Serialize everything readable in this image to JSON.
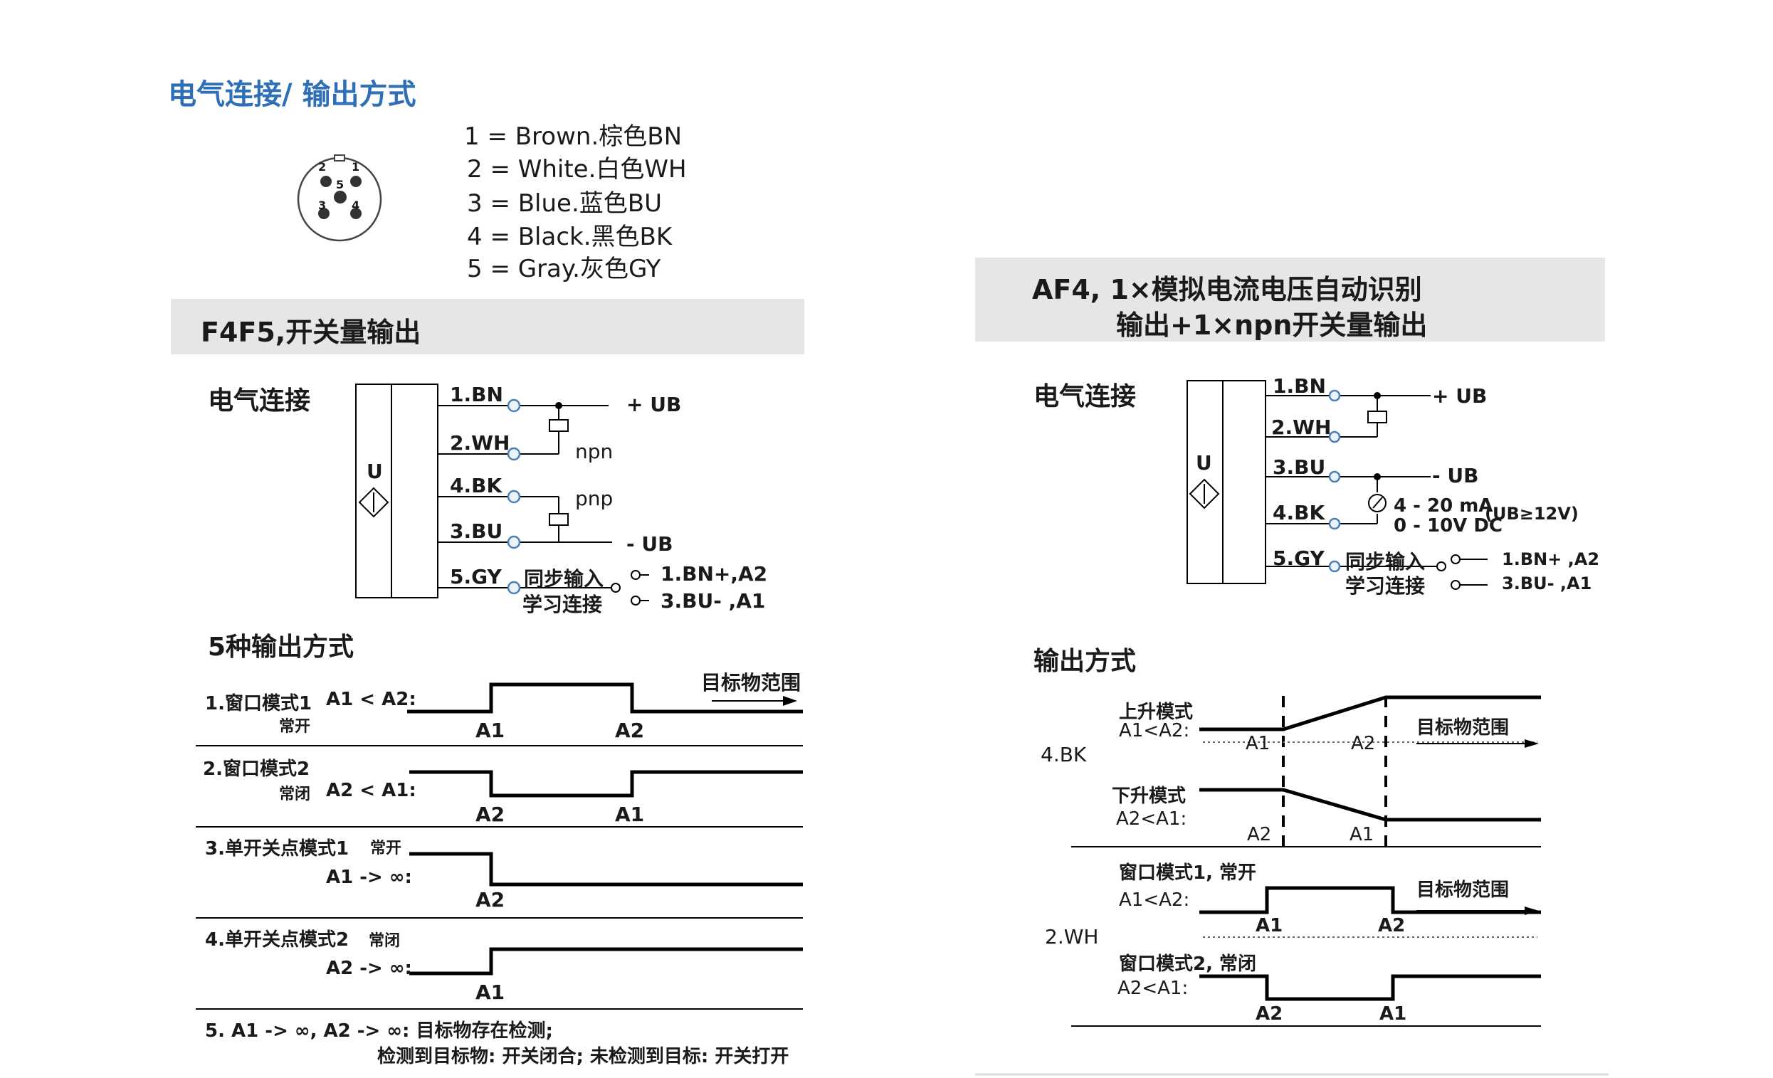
{
  "section_title": "电气连接/ 输出方式",
  "connector": {
    "pin_numbers": [
      "1",
      "2",
      "3",
      "4",
      "5"
    ],
    "pins": [
      "1 = Brown.棕色BN",
      "2 = White.白色WH",
      "3 = Blue.蓝色BU",
      "4 = Black.黑色BK",
      "5 = Gray.灰色GY"
    ]
  },
  "left": {
    "band_title": "F4F5,开关量输出",
    "conn_heading": "电气连接",
    "sensor_label": "U",
    "wires": [
      "1.BN",
      "2.WH",
      "4.BK",
      "3.BU",
      "5.GY"
    ],
    "plus_ub": "+ UB",
    "minus_ub": "- UB",
    "npn": "npn",
    "pnp": "pnp",
    "sync_in": "同步输入",
    "learn_conn": "学习连接",
    "opt1": "1.BN+,A2",
    "opt2": "3.BU- ,A1",
    "modes_heading": "5种输出方式",
    "target_range": "目标物范围",
    "modes": [
      {
        "title": "1.窗口模式1",
        "cond": "A1 < A2:",
        "note": "常开",
        "marks": [
          "A1",
          "A2"
        ]
      },
      {
        "title": "2.窗口模式2",
        "note": "常闭",
        "cond": "A2 < A1:",
        "marks": [
          "A2",
          "A1"
        ]
      },
      {
        "title": "3.单开关点模式1",
        "note": "常开",
        "cond": "A1 -> ∞:",
        "marks": [
          "A2"
        ]
      },
      {
        "title": "4.单开关点模式2",
        "note": "常闭",
        "cond": "A2 -> ∞:",
        "marks": [
          "A1"
        ]
      }
    ],
    "mode5_line1": "5. A1 -> ∞, A2 -> ∞:  目标物存在检测;",
    "mode5_line2": "检测到目标物: 开关闭合; 未检测到目标: 开关打开"
  },
  "right": {
    "band_title_1": "AF4, 1×模拟电流电压自动识别",
    "band_title_2": "输出+1×npn开关量输出",
    "conn_heading": "电气连接",
    "sensor_label": "U",
    "wires": [
      "1.BN",
      "2.WH",
      "3.BU",
      "4.BK",
      "5.GY"
    ],
    "plus_ub": "+ UB",
    "minus_ub": "- UB",
    "analog_1": "4 - 20 mA",
    "analog_2": "0 - 10V DC",
    "analog_cond": "(UB≥12V)",
    "sync_in": "同步输入",
    "learn_conn": "学习连接",
    "opt1": "1.BN+ ,A2",
    "opt2": "3.BU- ,A1",
    "modes_heading": "输出方式",
    "bk_label": "4.BK",
    "wh_label": "2.WH",
    "rise_title": "上升模式",
    "rise_cond": "A1<A2:",
    "fall_title": "下升模式",
    "fall_cond": "A2<A1:",
    "win1_title": "窗口模式1, 常开",
    "win1_cond": "A1<A2:",
    "win2_title": "窗口模式2, 常闭",
    "win2_cond": "A2<A1:",
    "target_range": "目标物范围",
    "A1": "A1",
    "A2": "A2"
  }
}
